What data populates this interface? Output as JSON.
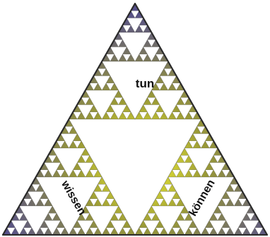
{
  "labels": {
    "top": "tun",
    "left": "wissen",
    "right": "können"
  },
  "colors": {
    "background": "#ffffff",
    "outline": "#2a2a2a",
    "center_glow": "#ffff33",
    "mid_tone": "#9a9a36",
    "edge_tone": "#56508a",
    "hole_fill": "#ffffff"
  },
  "fractal": {
    "type": "sierpinski-triangle",
    "depth": 5
  }
}
